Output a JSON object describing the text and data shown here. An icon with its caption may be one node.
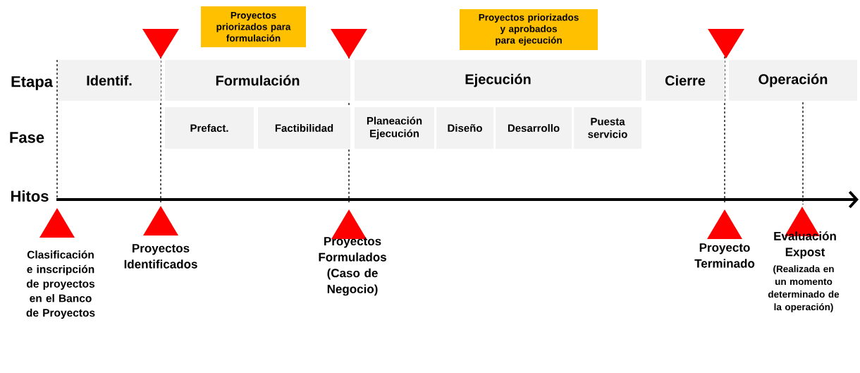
{
  "diagram": {
    "nodes": [
      {
        "text": [
          "Identif."
        ]
      },
      {
        "text": [
          "Formulación"
        ]
      },
      {
        "text": [
          "Ejecución"
        ]
      },
      {
        "text": [
          "Cierre"
        ]
      },
      {
        "text": [
          "Operación"
        ]
      },
      {
        "text": [
          "Prefact."
        ]
      },
      {
        "text": [
          "Factibilidad"
        ]
      },
      {
        "text": [
          "Planeación Ejecución"
        ]
      },
      {
        "text": [
          "Diseño"
        ]
      },
      {
        "text": [
          "Desarrollo"
        ]
      },
      {
        "text": [
          "Puesta servicio"
        ]
      },
      {
        "text": [
          "Proyectos priorizados para formulación"
        ]
      },
      {
        "text": [
          "Proyectos priorizados y aprobados para ejecución"
        ]
      }
    ],
    "labels": [
      "Etapa",
      "Fase",
      "Hitos",
      "Clasificación e inscripción de proyectos en el Banco de Proyectos",
      "Proyectos Identificados",
      "Proyectos Formulados (Caso de Negocio)",
      "Proyecto Terminado",
      "Evaluación Expost",
      "(Realizada en un momento determinado de la operación)"
    ]
  }
}
